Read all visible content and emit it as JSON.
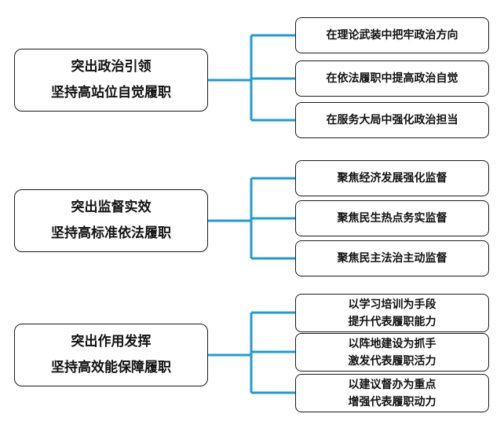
{
  "line_color": "#1f9bd7",
  "groups": [
    {
      "main": [
        "突出政治引领",
        "坚持高站位自觉履职"
      ],
      "items": [
        [
          "在理论武装中把牢政治方向"
        ],
        [
          "在依法履职中提高政治自觉"
        ],
        [
          "在服务大局中强化政治担当"
        ]
      ]
    },
    {
      "main": [
        "突出监督实效",
        "坚持高标准依法履职"
      ],
      "items": [
        [
          "聚焦经济发展强化监督"
        ],
        [
          "聚焦民生热点务实监督"
        ],
        [
          "聚焦民主法治主动监督"
        ]
      ]
    },
    {
      "main": [
        "突出作用发挥",
        "坚持高效能保障履职"
      ],
      "items": [
        [
          "以学习培训为手段",
          "提升代表履职能力"
        ],
        [
          "以阵地建设为抓手",
          "激发代表履职活力"
        ],
        [
          "以建议督办为重点",
          "增强代表履职动力"
        ]
      ]
    }
  ]
}
